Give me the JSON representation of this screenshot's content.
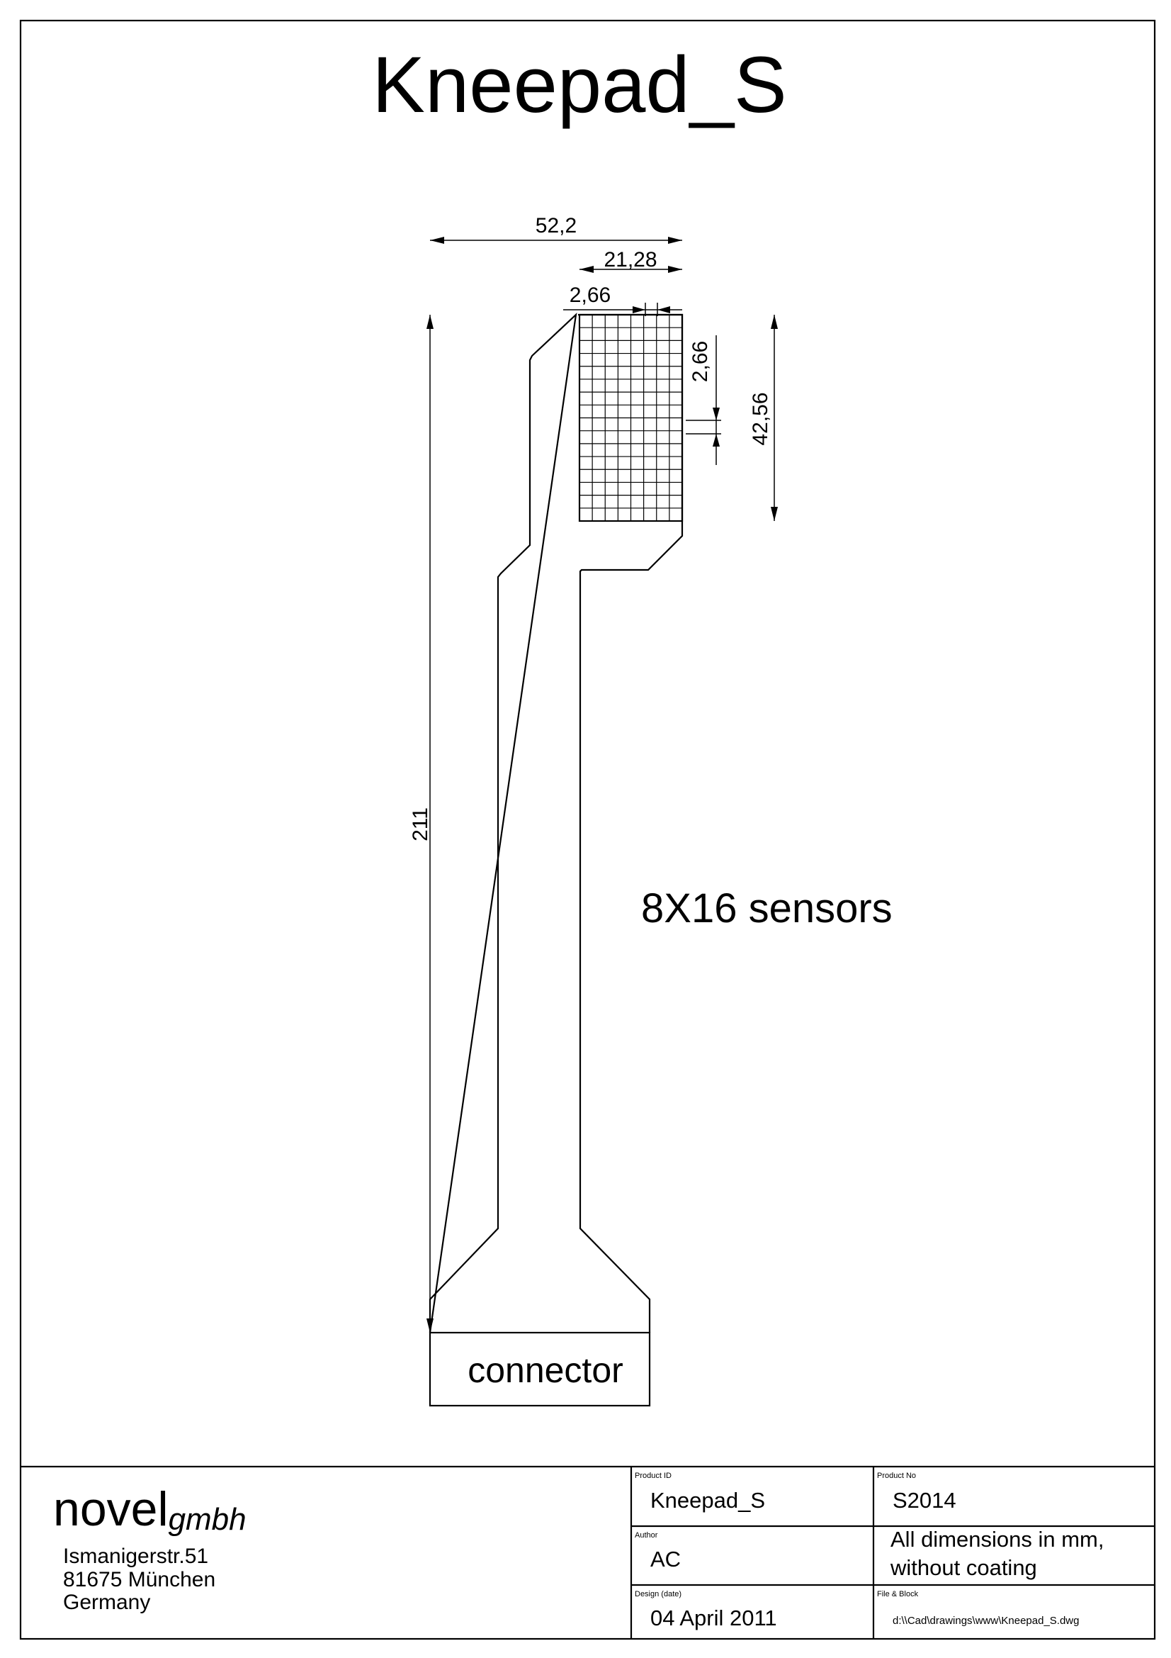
{
  "drawing": {
    "title": "Kneepad_S",
    "sensor_text": "8X16 sensors",
    "connector_label": "connector",
    "dimensions": {
      "total_width": "52,2",
      "grid_width": "21,28",
      "cell_width": "2,66",
      "cell_height": "2,66",
      "grid_height": "42,56",
      "total_length": "211"
    },
    "grid": {
      "columns": 8,
      "rows": 16
    }
  },
  "title_block": {
    "company_name": "novel",
    "company_suffix": "gmbh",
    "address": [
      "Ismanigerstr.51",
      "81675 München",
      "Germany"
    ],
    "product_id_label": "Product ID",
    "product_id": "Kneepad_S",
    "product_no_label": "Product No",
    "product_no": "S2014",
    "author_label": "Author",
    "author": "AC",
    "note_line1": "All dimensions in mm,",
    "note_line2": "without coating",
    "design_date_label": "Design (date)",
    "design_date": "04 April 2011",
    "file_label": "File & Block",
    "file_path": "d:\\\\Cad\\drawings\\www\\Kneepad_S.dwg"
  }
}
